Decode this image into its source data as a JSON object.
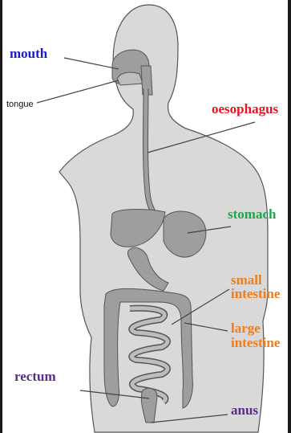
{
  "labels": {
    "mouth": "mouth",
    "tongue": "tongue",
    "oesophagus": "oesophagus",
    "stomach": "stomach",
    "small_intestine_line1": "small",
    "small_intestine_line2": "intestine",
    "large_intestine_line1": "large",
    "large_intestine_line2": "intestine",
    "rectum": "rectum",
    "anus": "anus"
  },
  "colors": {
    "mouth": "#1a1ad0",
    "oesophagus": "#e8141e",
    "stomach": "#1fa64a",
    "intestine": "#f07d1a",
    "rectum": "#5a2d8c",
    "anus": "#5a2d8c",
    "body_fill": "#d9d9d9",
    "organ_fill": "#9e9e9e",
    "outline": "#555555"
  }
}
